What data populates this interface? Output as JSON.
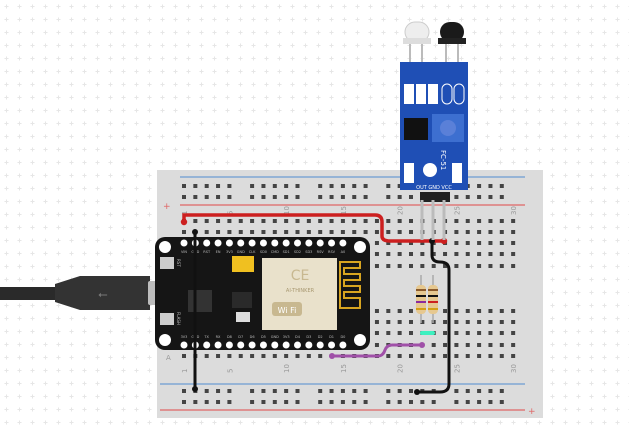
{
  "breadboard": {
    "column_labels": [
      "1",
      "5",
      "10",
      "15",
      "20",
      "25",
      "30"
    ],
    "row_labels": [
      "J",
      "A"
    ],
    "rail_plus": "+",
    "rail_minus": "-",
    "colors": {
      "board": "#dcdcdc",
      "red_rail": "#e06666",
      "blue_rail": "#6d9bd1"
    }
  },
  "mcu": {
    "top_pins": [
      "VIN",
      "GND",
      "RST",
      "EN",
      "3V3",
      "GND",
      "CLK",
      "SD0",
      "CMD",
      "SD1",
      "SD2",
      "SD3",
      "RSV",
      "RSV",
      "A0"
    ],
    "bottom_pins": [
      "3V3",
      "GND",
      "TX",
      "RX",
      "D8",
      "D7",
      "D6",
      "D5",
      "GND",
      "3V3",
      "D4",
      "D3",
      "D2",
      "D1",
      "D0"
    ],
    "module_text": "AI-THINKER",
    "wifi_text": "Wi Fi",
    "ce_text": "CE",
    "buttons": [
      "RST",
      "FLASH"
    ]
  },
  "sensor": {
    "model": "FC-51",
    "pin_labels": "OUT GND VCC",
    "color": "#1f4fb5"
  },
  "wires": {
    "power": "#cc1f1f",
    "ground": "#111111",
    "signal": "#a050a8",
    "jumper": "#3ff0c0"
  }
}
